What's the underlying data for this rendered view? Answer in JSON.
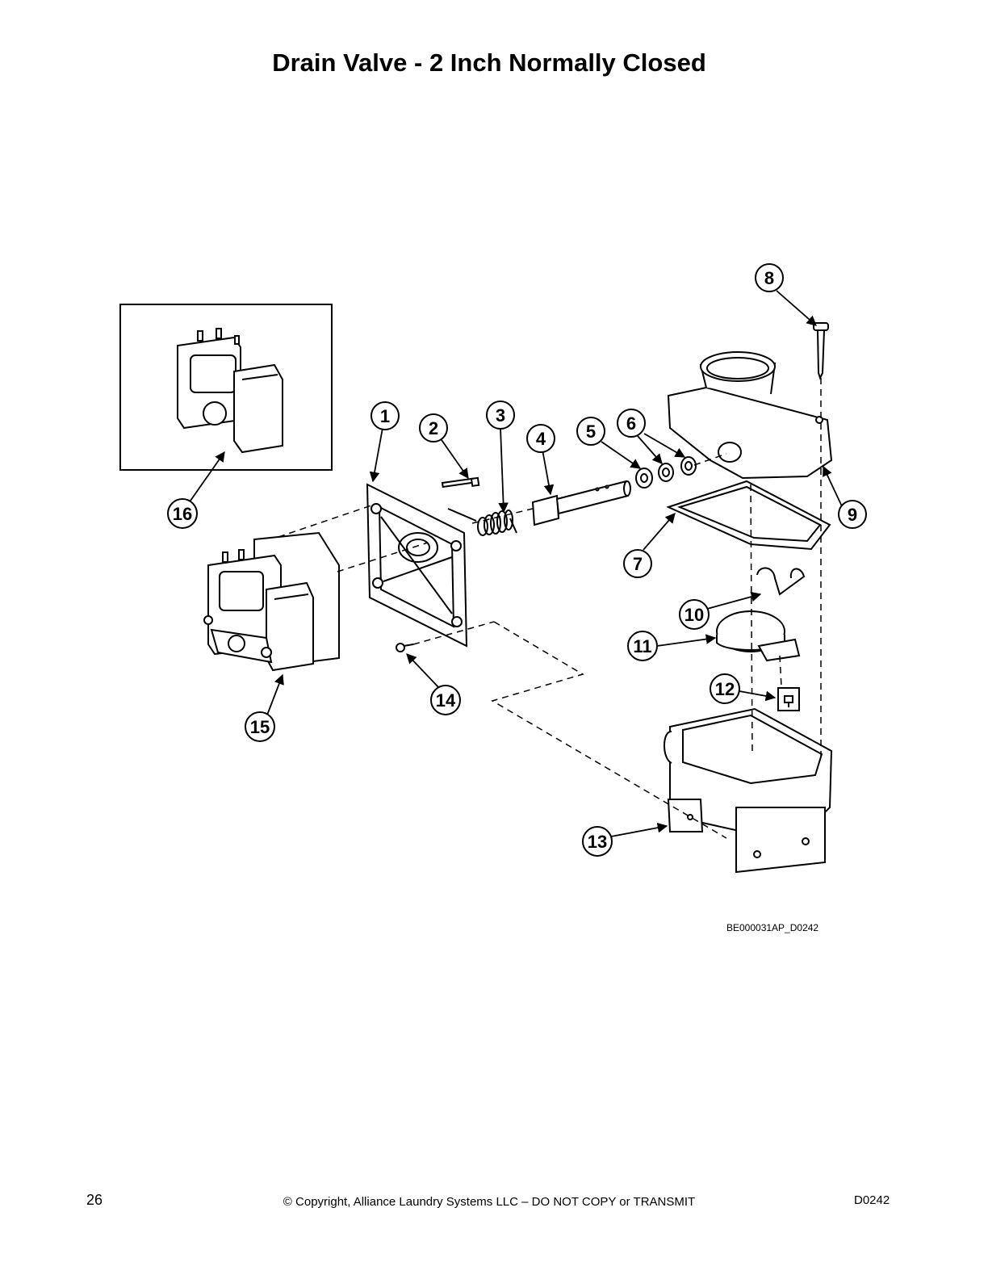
{
  "title": "Drain Valve - 2 Inch Normally Closed",
  "diagram_code": "BE000031AP_D0242",
  "callouts": [
    "1",
    "2",
    "3",
    "4",
    "5",
    "6",
    "7",
    "8",
    "9",
    "10",
    "11",
    "12",
    "13",
    "14",
    "15",
    "16"
  ],
  "footer": {
    "page_number": "26",
    "copyright": "© Copyright, Alliance Laundry Systems LLC – DO NOT COPY or TRANSMIT",
    "doc_code": "D0242"
  }
}
